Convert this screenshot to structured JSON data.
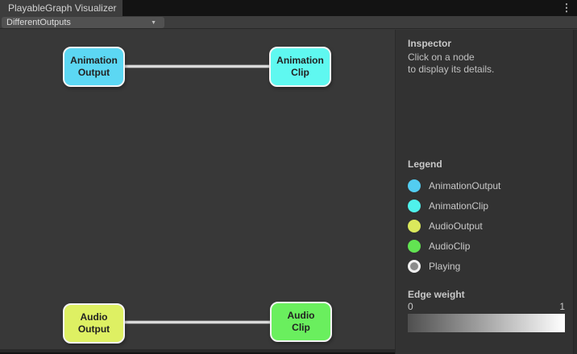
{
  "window": {
    "tab_title": "PlayableGraph Visualizer"
  },
  "icons": {
    "window_menu": "⋮",
    "dropdown_arrow": "▼"
  },
  "toolbar": {
    "graph_selector": {
      "value": "DifferentOutputs"
    }
  },
  "graph": {
    "nodes": [
      {
        "id": "animation-output",
        "label": "Animation Output",
        "lines": [
          "Animation",
          "Output"
        ],
        "color": "#5cd7f3"
      },
      {
        "id": "animation-clip",
        "label": "Animation Clip",
        "lines": [
          "Animation",
          "Clip"
        ],
        "color": "#5ff8f0"
      },
      {
        "id": "audio-output",
        "label": "Audio Output",
        "lines": [
          "Audio",
          "Output"
        ],
        "color": "#def063"
      },
      {
        "id": "audio-clip",
        "label": "Audio Clip",
        "lines": [
          "Audio",
          "Clip"
        ],
        "color": "#6aef5e"
      }
    ],
    "edges": [
      {
        "from": "Animation Output",
        "to": "Animation Clip",
        "weight": 1
      },
      {
        "from": "Audio Output",
        "to": "Audio Clip",
        "weight": 1
      }
    ]
  },
  "inspector": {
    "title": "Inspector",
    "message": [
      "Click on a node",
      "to display its details."
    ]
  },
  "legend": {
    "title": "Legend",
    "items": [
      {
        "label": "AnimationOutput",
        "color": "#53cdf1"
      },
      {
        "label": "AnimationClip",
        "color": "#4ff2ec"
      },
      {
        "label": "AudioOutput",
        "color": "#dbe95c"
      },
      {
        "label": "AudioClip",
        "color": "#62e452"
      },
      {
        "label": "Playing",
        "color": "#8a8a8a"
      }
    ]
  },
  "edge_weight": {
    "title": "Edge weight",
    "min": "0",
    "max": "1",
    "gradient_start": "#4f4f4f",
    "gradient_end": "#ffffff"
  }
}
